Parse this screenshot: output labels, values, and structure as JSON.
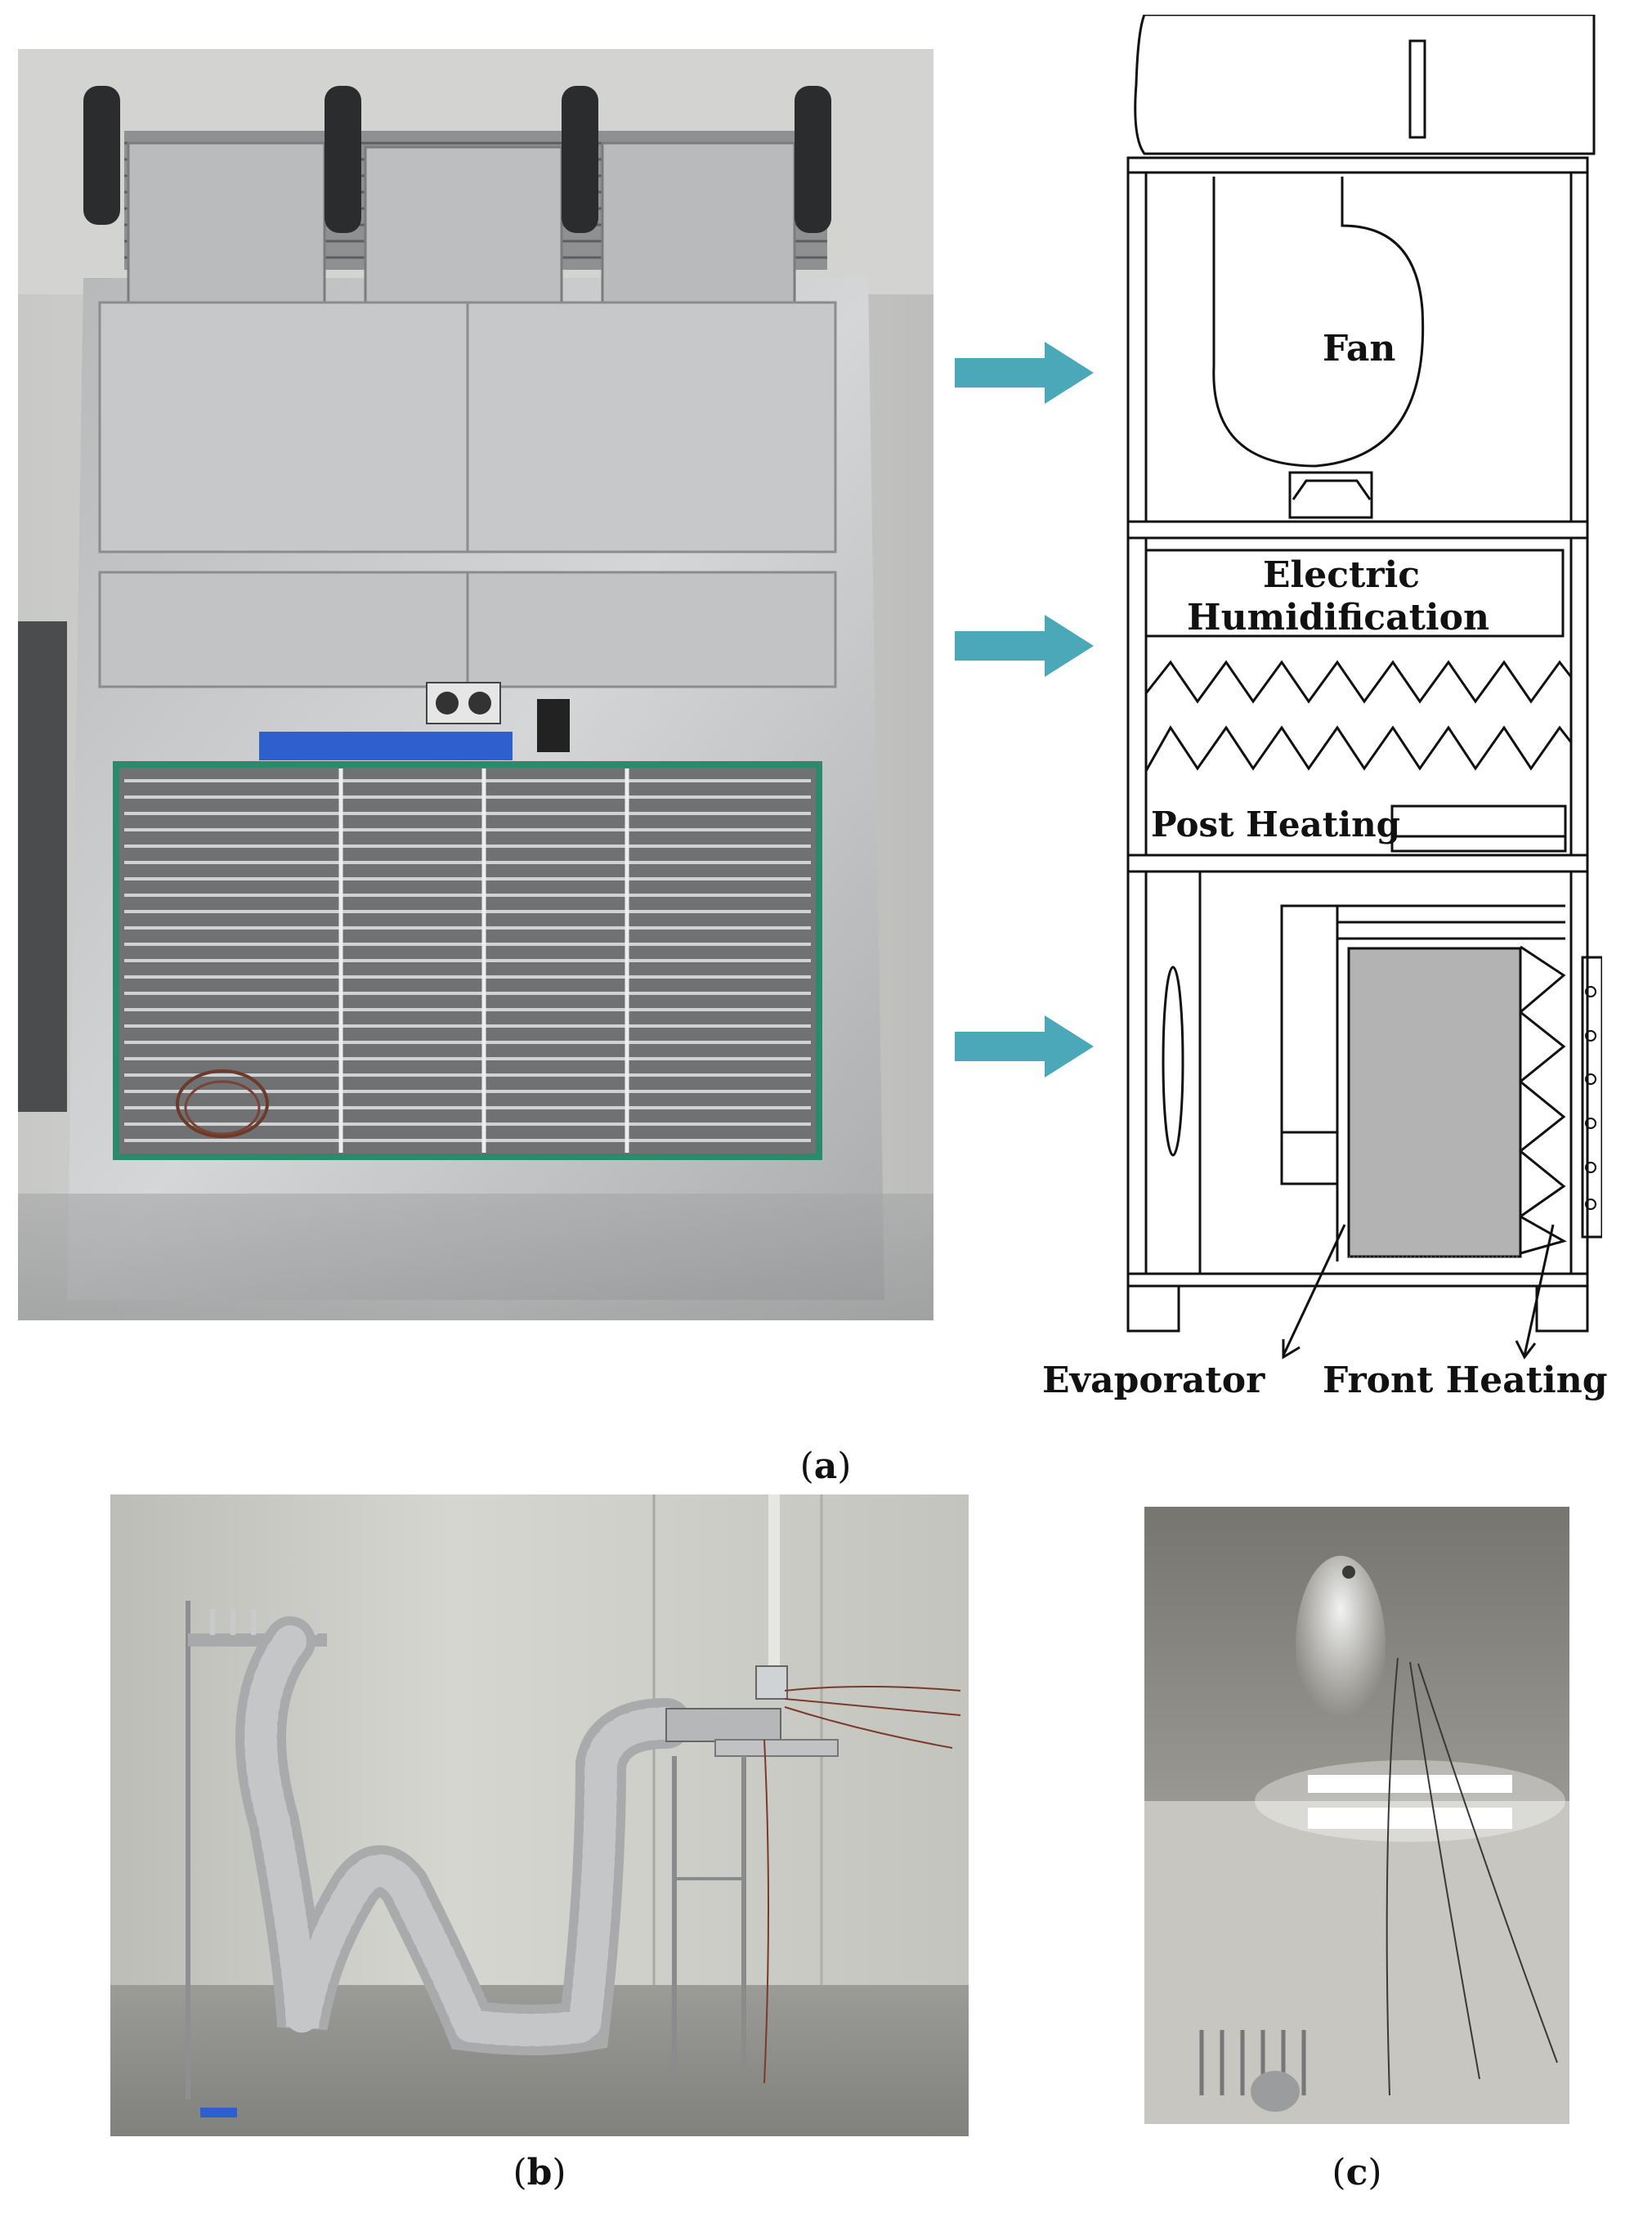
{
  "figure": {
    "diagram_labels": {
      "fan": "Fan",
      "electric_humidification_line1": "Electric",
      "electric_humidification_line2": "Humidification",
      "post_heating": "Post Heating",
      "evaporator": "Evaporator",
      "front_heating": "Front Heating"
    },
    "captions": {
      "a": "a",
      "b": "b",
      "c": "c"
    },
    "colors": {
      "arrow": "#4aa8b9",
      "evaporator_fill": "#b3b3b3",
      "line": "#111111"
    }
  }
}
